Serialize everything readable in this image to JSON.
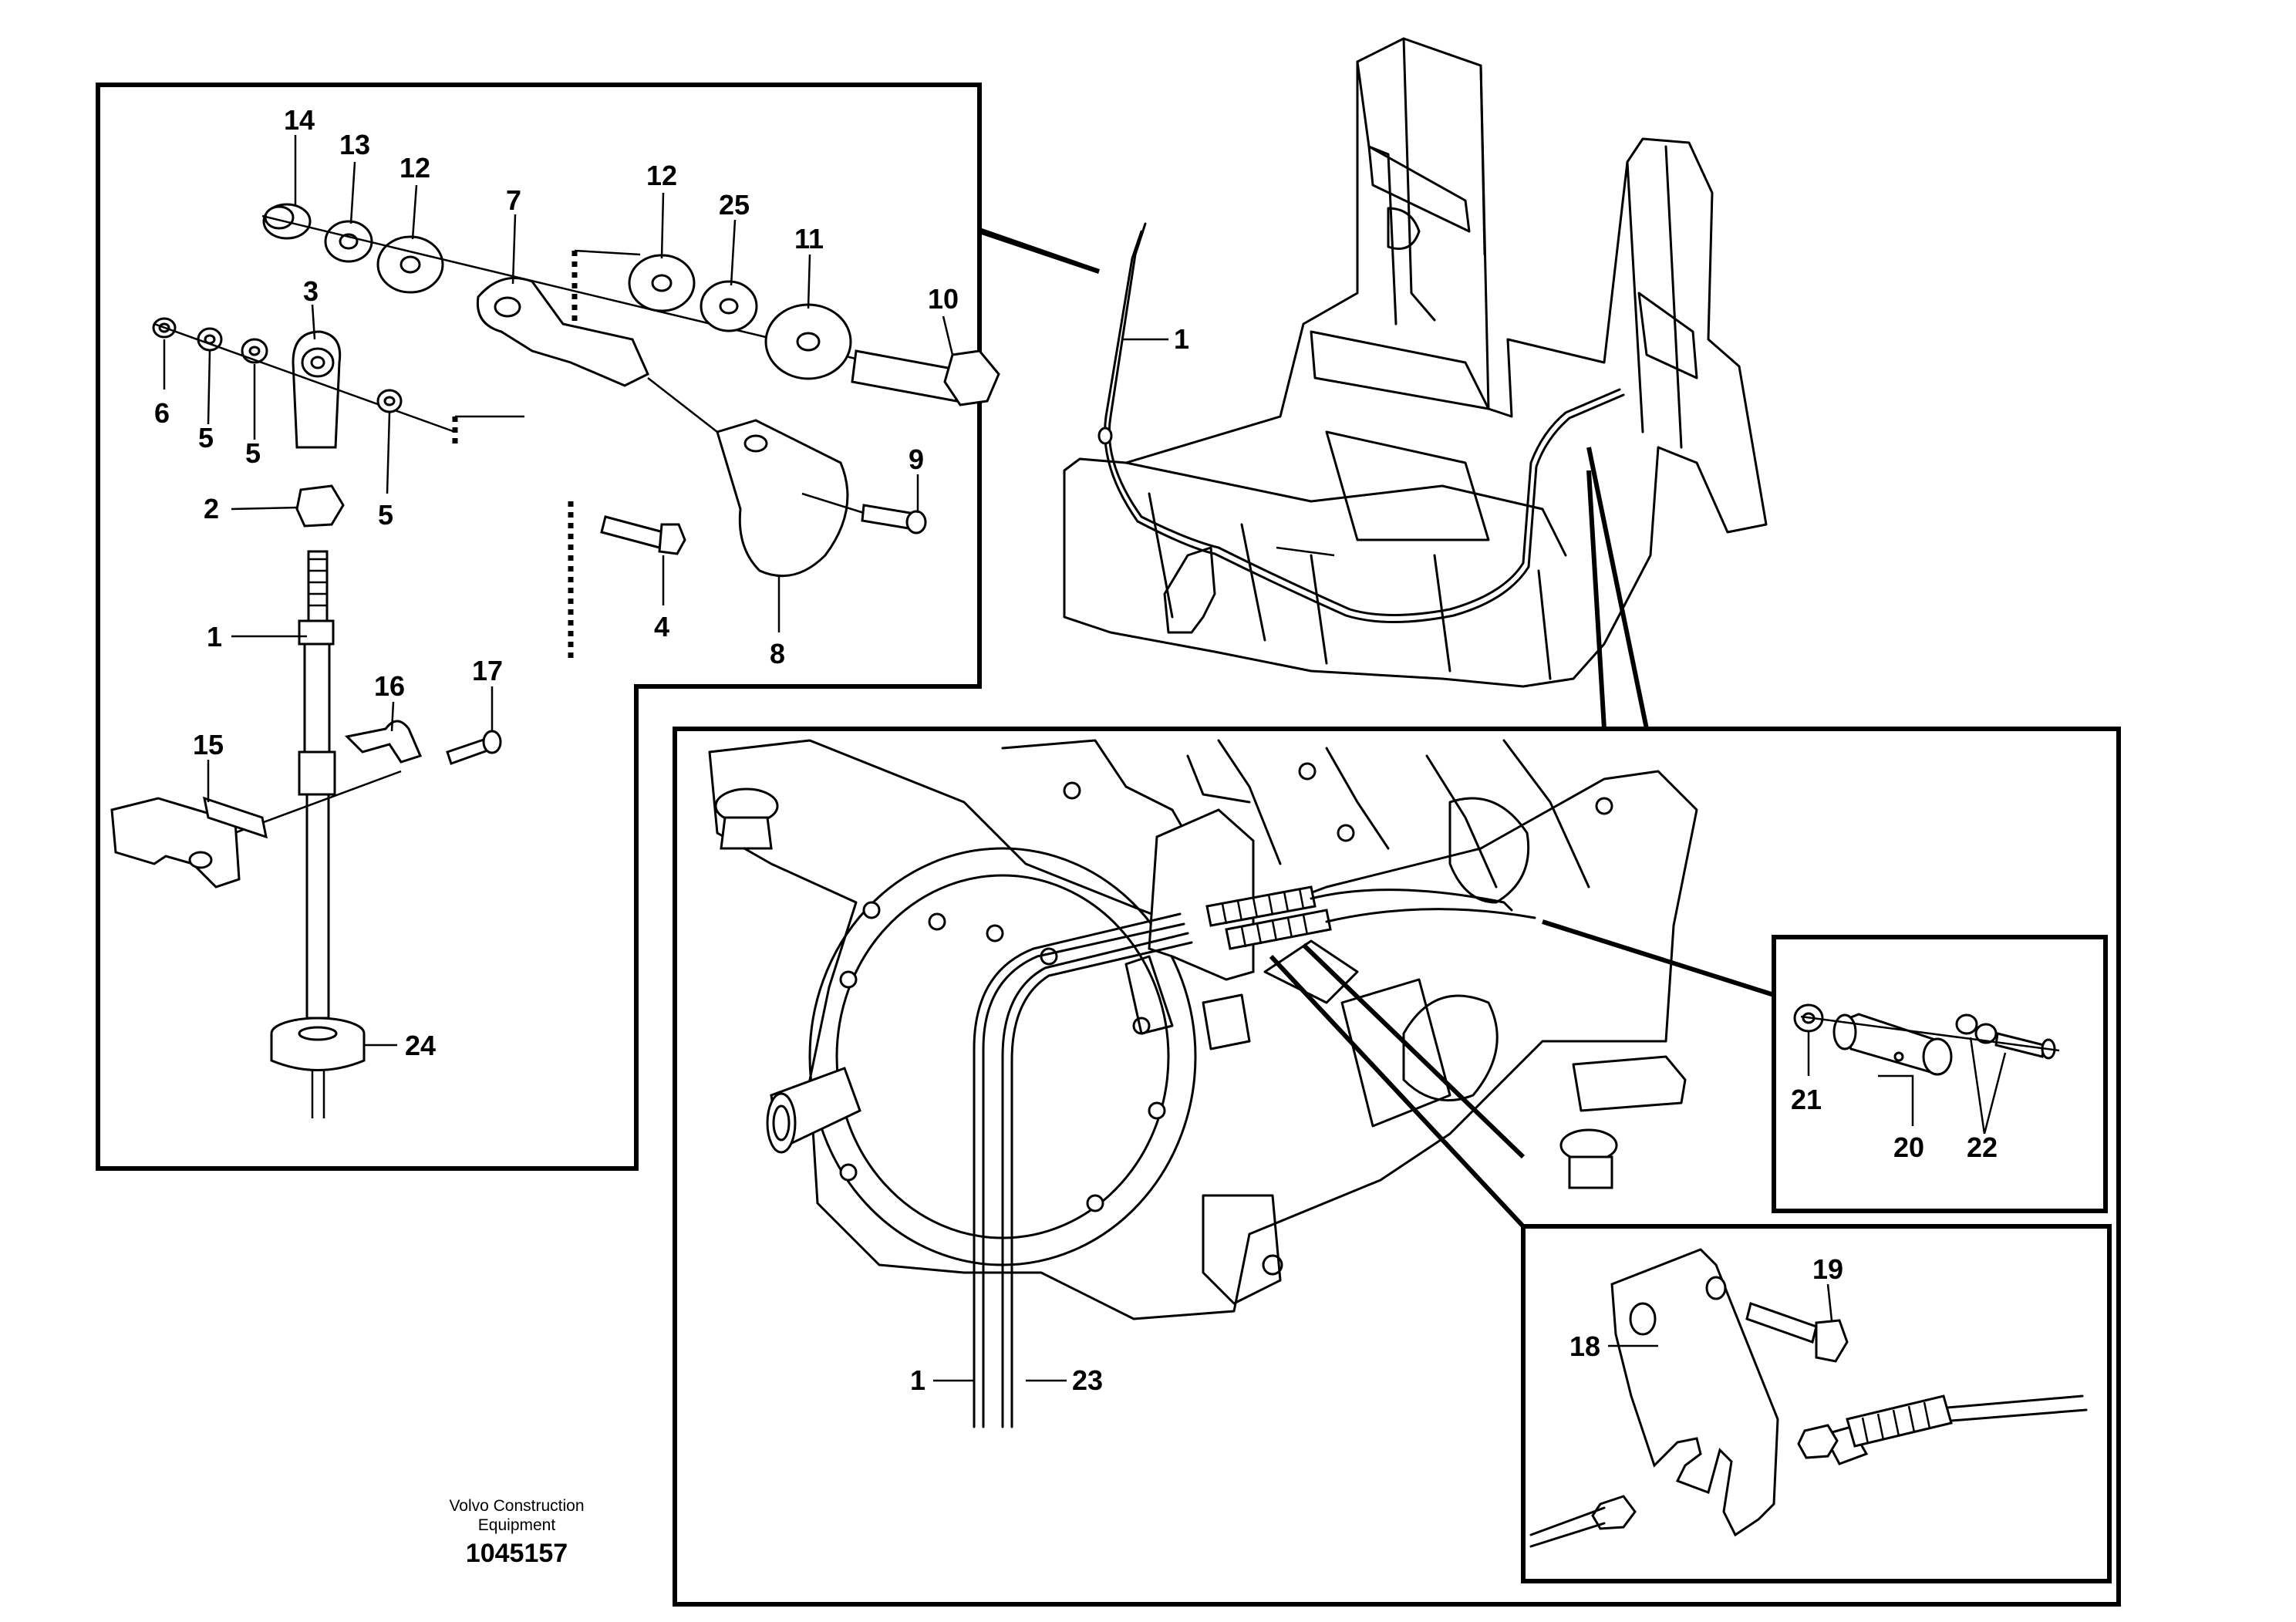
{
  "footer": {
    "brand": "Volvo Construction\nEquipment",
    "document_number": "1045157"
  },
  "callouts": {
    "topleft": [
      {
        "text": "14"
      },
      {
        "text": "13"
      },
      {
        "text": "12"
      },
      {
        "text": "7"
      },
      {
        "text": "12"
      },
      {
        "text": "25"
      },
      {
        "text": "11"
      },
      {
        "text": "3"
      },
      {
        "text": "10"
      },
      {
        "text": "6"
      },
      {
        "text": "5"
      },
      {
        "text": "5"
      },
      {
        "text": "9"
      },
      {
        "text": "2"
      },
      {
        "text": "5"
      },
      {
        "text": "4"
      },
      {
        "text": "8"
      },
      {
        "text": "1"
      },
      {
        "text": "16"
      },
      {
        "text": "17"
      },
      {
        "text": "15"
      },
      {
        "text": "24"
      }
    ],
    "frame": [
      {
        "text": "1"
      }
    ],
    "pin": [
      {
        "text": "21"
      },
      {
        "text": "20"
      },
      {
        "text": "22"
      }
    ],
    "bracket": [
      {
        "text": "19"
      },
      {
        "text": "18"
      }
    ],
    "main": [
      {
        "text": "1"
      },
      {
        "text": "23"
      }
    ]
  }
}
